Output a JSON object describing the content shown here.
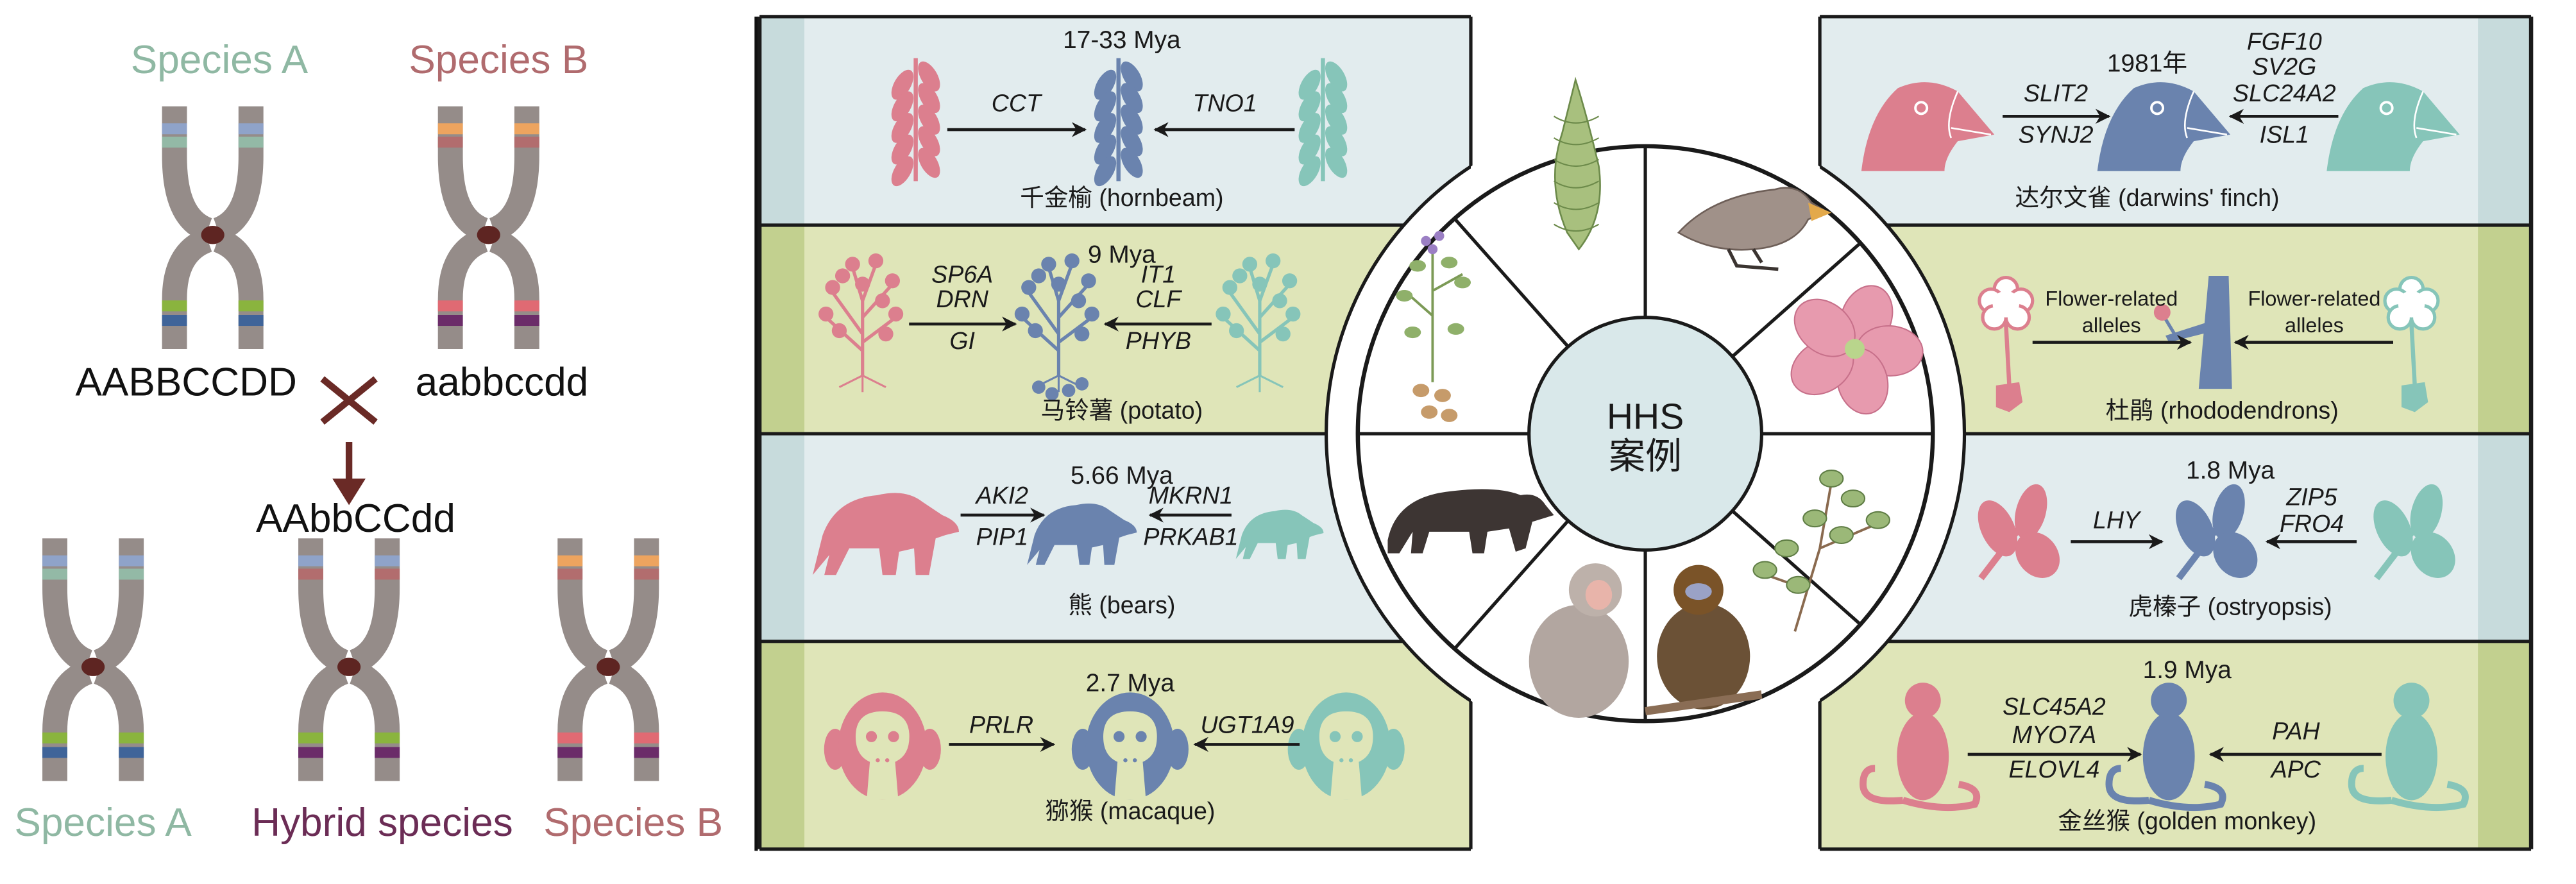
{
  "left_panel": {
    "parent_a_label": "Species A",
    "parent_b_label": "Species B",
    "parent_a_genotype": "AABBCCDD",
    "parent_b_genotype": "aabbccdd",
    "hybrid_genotype": "AAbbCCdd",
    "offspring_labels": [
      "Species A",
      "Hybrid species",
      "Species B"
    ],
    "colors": {
      "species_a": "#8fb8a3",
      "species_b": "#b06b6e",
      "hybrid": "#6b2c55",
      "chromosome": "#958c89",
      "centromere": "#5e2522",
      "cross": "#6a2a26"
    }
  },
  "center": {
    "title": "HHS",
    "subtitle": "案例"
  },
  "colors": {
    "parent_1": "#dc7f8e",
    "hybrid": "#6a83ae",
    "parent_2": "#86c5b9",
    "row_blue": "#e2ecee",
    "row_blue_accent": "#c7dbdc",
    "row_green": "#dfe5b8",
    "row_green_accent": "#c2d08f"
  },
  "cases": [
    {
      "icon": "hornbeam-branch",
      "date": "17-33 Mya",
      "left_above": [
        "CCT"
      ],
      "left_below": [],
      "right_above": [
        "TNO1"
      ],
      "right_below": [],
      "label": "千金榆 (hornbeam)"
    },
    {
      "icon": "potato-plant",
      "date": "9 Mya",
      "left_above": [
        "SP6A",
        "DRN"
      ],
      "left_below": [
        "GI"
      ],
      "right_above": [
        "IT1",
        "CLF"
      ],
      "right_below": [
        "PHYB"
      ],
      "label": "马铃薯 (potato)"
    },
    {
      "icon": "bear",
      "date": "5.66 Mya",
      "left_above": [
        "AKI2"
      ],
      "left_below": [
        "PIP1"
      ],
      "right_above": [
        "MKRN1"
      ],
      "right_below": [
        "PRKAB1"
      ],
      "label": "熊 (bears)"
    },
    {
      "icon": "macaque-face",
      "date": "2.7 Mya",
      "left_above": [
        "PRLR"
      ],
      "left_below": [],
      "right_above": [
        "UGT1A9"
      ],
      "right_below": [],
      "label": "猕猴 (macaque)"
    },
    {
      "icon": "finch-head",
      "date": "1981年",
      "left_above": [
        "SLIT2"
      ],
      "left_below": [
        "SYNJ2"
      ],
      "right_above": [
        "FGF10",
        "SV2G",
        "SLC24A2"
      ],
      "right_below": [
        "ISL1"
      ],
      "label": "达尔文雀 (darwins' finch)"
    },
    {
      "icon": "rhododendron-flower",
      "date": "",
      "left_above": [
        "Flower-related",
        "alleles"
      ],
      "left_below": [],
      "right_above": [
        "Flower-related",
        "alleles"
      ],
      "right_below": [],
      "label": "杜鹃 (rhododendrons)"
    },
    {
      "icon": "ostryopsis-leaf",
      "date": "1.8 Mya",
      "left_above": [
        "LHY"
      ],
      "left_below": [],
      "right_above": [
        "ZIP5",
        "FRO4"
      ],
      "right_below": [],
      "label": "虎榛子 (ostryopsis)"
    },
    {
      "icon": "golden-monkey",
      "date": "1.9 Mya",
      "left_above": [
        "SLC45A2",
        "MYO7A"
      ],
      "left_below": [
        "ELOVL4"
      ],
      "right_above": [
        "PAH"
      ],
      "right_below": [
        "APC"
      ],
      "label": "金丝猴 (golden monkey)"
    }
  ]
}
